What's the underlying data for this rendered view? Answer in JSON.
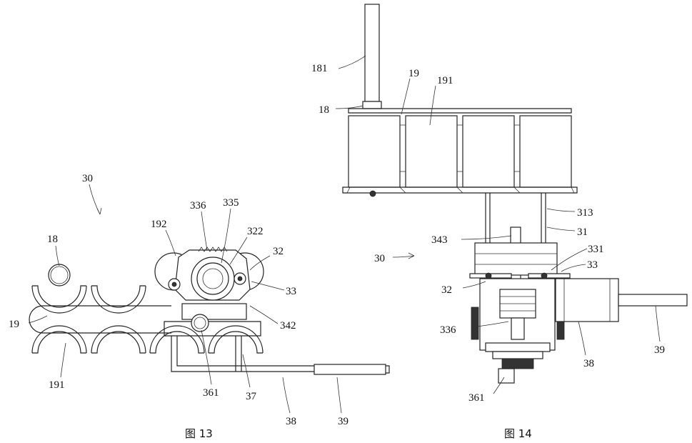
{
  "figures": [
    {
      "caption": "图 13",
      "labels": [
        "30",
        "18",
        "19",
        "191",
        "192",
        "336",
        "335",
        "322",
        "32",
        "33",
        "342",
        "361",
        "37",
        "38",
        "39"
      ]
    },
    {
      "caption": "图 14",
      "labels": [
        "181",
        "18",
        "19",
        "191",
        "313",
        "31",
        "343",
        "331",
        "33",
        "30",
        "32",
        "336",
        "39",
        "38",
        "361"
      ]
    }
  ]
}
